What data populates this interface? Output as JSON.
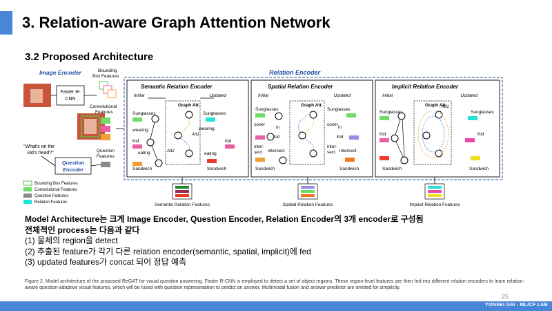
{
  "slide": {
    "title": "3. Relation-aware Graph Attention Network",
    "section": "3.2 Proposed Architecture",
    "page_number": "25",
    "footer": "YONSEI GSI - ML/CF LAB"
  },
  "figure": {
    "image_encoder_label": "Image Encoder",
    "faster_rcnn_label": [
      "Faster R-",
      "CNN"
    ],
    "bbox_features_label": [
      "Bounding",
      "Box Features"
    ],
    "conv_features_label": [
      "Convolutional",
      "Features"
    ],
    "question_text": [
      "\"What's on the",
      "kid's head?\""
    ],
    "question_encoder_label": [
      "Question",
      "Encoder"
    ],
    "question_features_label": [
      "Question",
      "Features"
    ],
    "relation_encoder_label": "Relation Encoder",
    "initial_label": "Initial",
    "updated_label": "Updated",
    "graph_att_label": "Graph Att.",
    "att1_label": "Att1",
    "att2_label": "Att2",
    "legend": [
      {
        "label": "Bounding Box Features",
        "color": "#ffffff",
        "stroke": "#55c24f"
      },
      {
        "label": "Convolutional Features",
        "color": "#6fdc66",
        "stroke": "#6fdc66"
      },
      {
        "label": "Question Features",
        "color": "#8a8a8a",
        "stroke": "#8a8a8a"
      },
      {
        "label": "Relation Features",
        "color": "#23e3d8",
        "stroke": "#23e3d8"
      }
    ],
    "panels": [
      {
        "title": "Semantic  Relation Encoder",
        "nodes_left": [
          "Sunglasses",
          "wearing",
          "Kid",
          "eating",
          "Sandwich"
        ],
        "nodes_right": [
          "Sunglasses",
          "wearing",
          "Kid",
          "eating",
          "Sandwich"
        ],
        "output_label": "Semantic Relation Features"
      },
      {
        "title": "Spatial  Relation Encoder",
        "nodes_left": [
          "Sunglasses",
          "cover",
          "in",
          "Kid",
          "inter-",
          "sect",
          "intersect",
          "Sandwich"
        ],
        "nodes_right": [
          "Sunglasses",
          "cover",
          "in",
          "Kid",
          "inter-",
          "sect",
          "intersect",
          "Sandwich"
        ],
        "output_label": "Spatial Relation Features"
      },
      {
        "title": "Implicit  Relation Encoder",
        "nodes_left": [
          "Sunglasses",
          "Kid",
          "Sandwich"
        ],
        "nodes_right": [
          "Sunglasses",
          "Kid",
          "Sandwich"
        ],
        "output_label": "Implicit Relation Features"
      }
    ]
  },
  "body": {
    "lines": [
      {
        "text": "Model Architecture는 크게 Image Encoder, Question Encoder, Relation Encoder의 3개 encoder로 구성됨",
        "bold": true
      },
      {
        "text": "전체적인 process는 다음과 같다",
        "bold": true
      },
      {
        "text": "(1) 물체의 region을 detect",
        "bold": false
      },
      {
        "text": "(2) 추출된 feature가 각기 다른 relation encoder(semantic, spatial, implicit)에 fed",
        "bold": false
      },
      {
        "text": "(3) updated features가 concat 되어 정답 예측",
        "bold": false
      }
    ]
  },
  "caption": "Figure 2. Model architecture of the proposed ReGAT for visual question answering. Faster R-CNN is employed to detect a set of object regions. These region-level features are then fed into different relation encoders to learn relation-aware question-adaptive visual features, which will be fused with question representation to predict an answer. Multimodal fusion and answer predictor are omitted for simplicity."
}
